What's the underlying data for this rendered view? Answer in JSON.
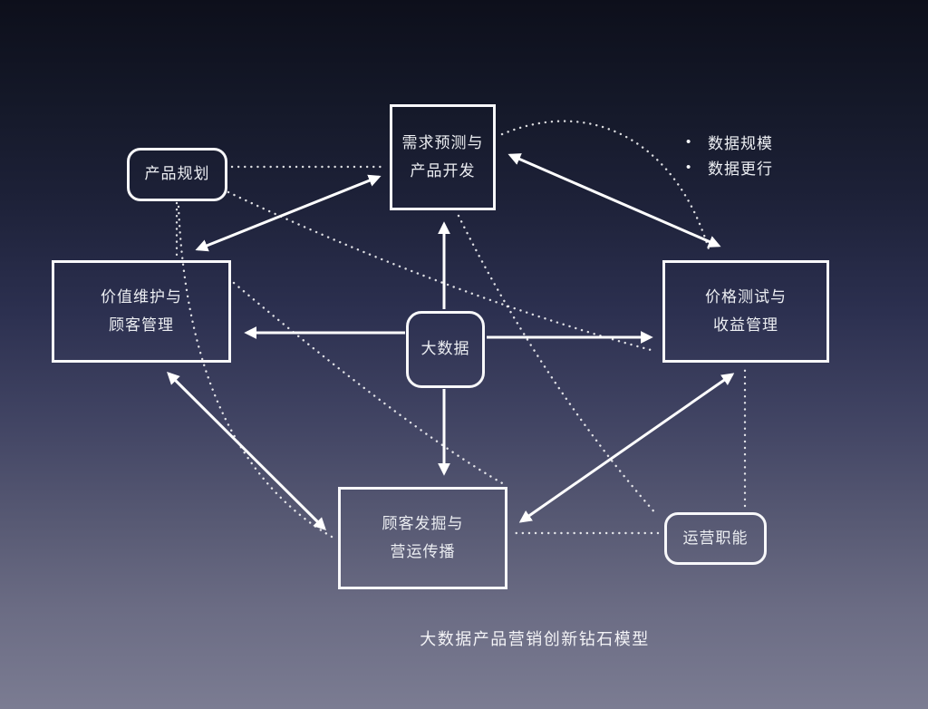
{
  "diagram": {
    "caption": "大数据产品营销创新钻石模型",
    "nodes": {
      "demand_forecast": {
        "label": "需求预测与\n产品开发",
        "shape": "rect"
      },
      "product_planning": {
        "label": "产品规划",
        "shape": "rounded"
      },
      "value_maintenance": {
        "label": "价值维护与\n顾客管理",
        "shape": "rect"
      },
      "price_testing": {
        "label": "价格测试与\n收益管理",
        "shape": "rect"
      },
      "big_data": {
        "label": "大数据",
        "shape": "rounded"
      },
      "customer_discovery": {
        "label": "顾客发掘与\n营运传播",
        "shape": "rect"
      },
      "operations": {
        "label": "运营职能",
        "shape": "rounded"
      }
    },
    "bullets": [
      "数据规模",
      "数据更行"
    ],
    "bullet_glyph": "•",
    "edges": [
      {
        "from": "value_maintenance",
        "to": "demand_forecast",
        "style": "solid",
        "direction": "both"
      },
      {
        "from": "demand_forecast",
        "to": "price_testing",
        "style": "solid",
        "direction": "both"
      },
      {
        "from": "big_data",
        "to": "value_maintenance",
        "style": "solid",
        "direction": "to"
      },
      {
        "from": "big_data",
        "to": "price_testing",
        "style": "solid",
        "direction": "to"
      },
      {
        "from": "big_data",
        "to": "demand_forecast",
        "style": "solid",
        "direction": "to"
      },
      {
        "from": "big_data",
        "to": "customer_discovery",
        "style": "solid",
        "direction": "to"
      },
      {
        "from": "value_maintenance",
        "to": "customer_discovery",
        "style": "solid",
        "direction": "both"
      },
      {
        "from": "customer_discovery",
        "to": "price_testing",
        "style": "solid",
        "direction": "both"
      },
      {
        "from": "product_planning",
        "to": "demand_forecast",
        "style": "dotted",
        "direction": "none"
      },
      {
        "from": "product_planning",
        "to": "value_maintenance",
        "style": "dotted",
        "direction": "none"
      },
      {
        "from": "product_planning",
        "to": "price_testing",
        "style": "dotted",
        "direction": "none"
      },
      {
        "from": "product_planning",
        "to": "customer_discovery",
        "style": "dotted",
        "direction": "none"
      },
      {
        "from": "demand_forecast",
        "to": "operations",
        "style": "dotted",
        "direction": "none"
      },
      {
        "from": "demand_forecast",
        "to": "price_testing",
        "style": "dotted",
        "direction": "none"
      },
      {
        "from": "value_maintenance",
        "to": "customer_discovery",
        "style": "dotted",
        "direction": "none"
      },
      {
        "from": "operations",
        "to": "price_testing",
        "style": "dotted",
        "direction": "none"
      },
      {
        "from": "operations",
        "to": "customer_discovery",
        "style": "dotted",
        "direction": "none"
      }
    ],
    "colors": {
      "line": "#ffffff",
      "text": "#eceef2",
      "background_top": "#0d0f1b",
      "background_bottom": "#7b7c92"
    }
  }
}
